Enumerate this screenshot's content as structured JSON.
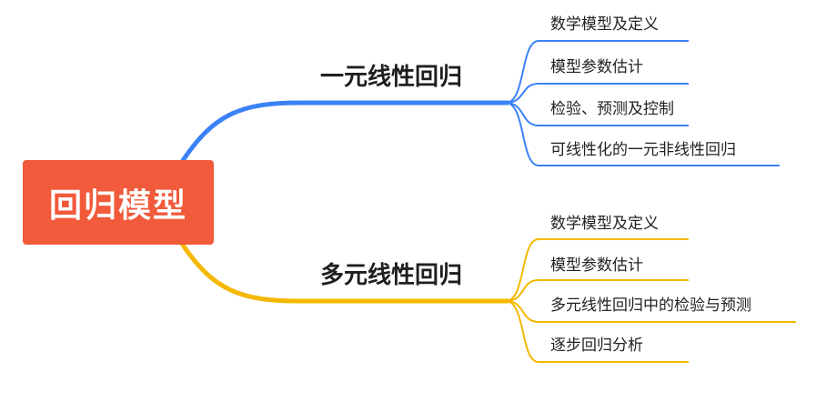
{
  "root": {
    "label": "回归模型",
    "color": "#f15a3a"
  },
  "branches": [
    {
      "label": "一元线性回归",
      "color": "#3b82f6",
      "leaves": [
        "数学模型及定义",
        "模型参数估计",
        "检验、预测及控制",
        "可线性化的一元非线性回归"
      ]
    },
    {
      "label": "多元线性回归",
      "color": "#f5b800",
      "leaves": [
        "数学模型及定义",
        "模型参数估计",
        "多元线性回归中的检验与预测",
        "逐步回归分析"
      ]
    }
  ]
}
